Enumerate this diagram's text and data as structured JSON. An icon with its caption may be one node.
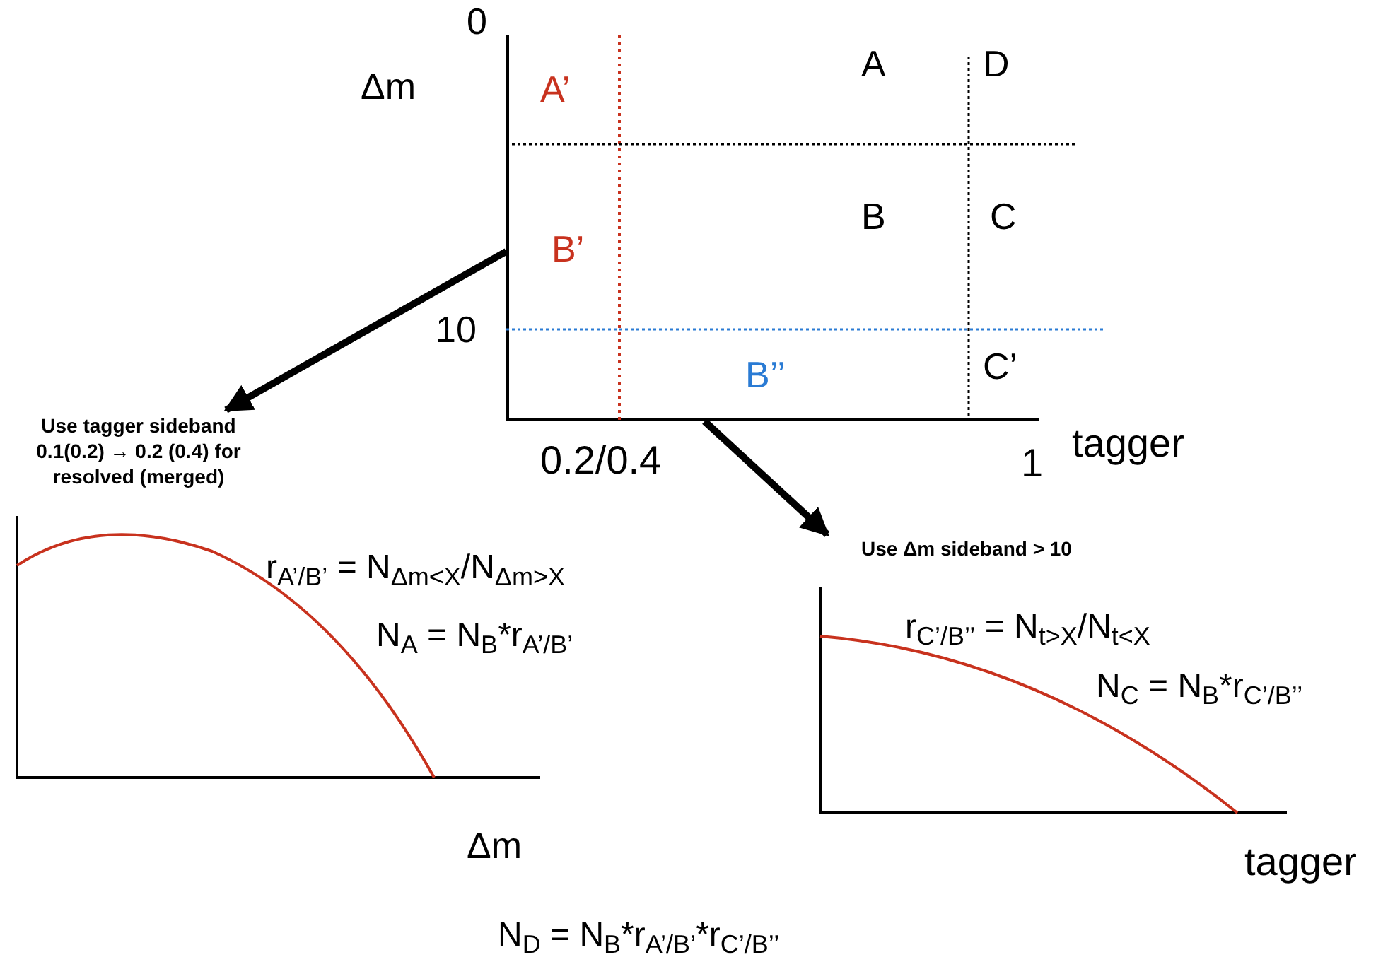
{
  "diagram": {
    "nodes": [
      {
        "text": [],
        "shape": "picture"
      },
      {
        "text": [
          "Use tagger sideband 0.1(0.2) → 0.2 (0.4) for resolved (merged)",
          "r$_{A’/B’}$ = N$_{Δm<X}$/N$_{Δm>X}$",
          "N$_{A}$ = N$_{B}$*r$_{A’/B’}$"
        ]
      },
      {
        "text": [
          "Use Δm sideband > 10",
          "r$_{C’/B’’}$ = N$_{t>X}$/N$_{t<X}$",
          "N$_{C}$ = N$_{B}$*r$_{C’/B’’}$"
        ]
      }
    ],
    "edges": [
      {
        "from": 0,
        "to": 1,
        "arrow": "to"
      },
      {
        "from": 0,
        "to": 2,
        "arrow": "to"
      }
    ],
    "labels": [
      "0",
      "Δm",
      "A’",
      "A",
      "D",
      "B’",
      "B",
      "C",
      "10",
      "B’’",
      "C’",
      "0.2/0.4",
      "1",
      "tagger",
      "Δm",
      "tagger",
      "N$_{D}$ = N$_{B}$*r$_{A’/B’}$*r$_{C’/B’’}$"
    ]
  }
}
